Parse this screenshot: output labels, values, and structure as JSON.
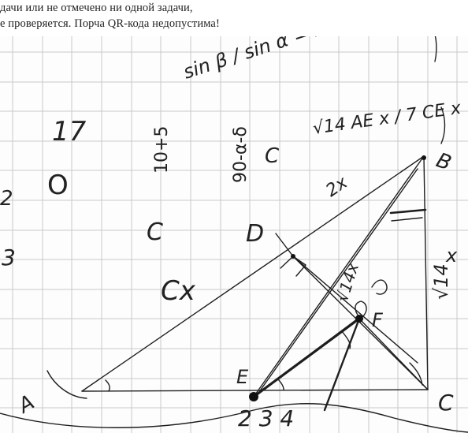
{
  "header": {
    "line1": "дачи или не отмечено ни одной задачи,",
    "line2": "е проверяется. Порча QR-кода недопустима!"
  },
  "handwriting": {
    "num17": "17",
    "letter_o": "O",
    "letter_c": "C",
    "letter_d": "D",
    "vert_10_plus_5": "10+5",
    "vert_90_minus": "90-α-δ",
    "n3": "3",
    "n2": "2",
    "big_c_x": "Cx",
    "label_a": "A",
    "label_b": "B",
    "label_c": "C",
    "label_e": "E",
    "label_f": "F",
    "label_x": "x",
    "label_2x": "2x",
    "sqrt14": "√14",
    "sqrt14x": "√14x",
    "formula_sin": "sin β / sin α = AE·BC / CE·AB =",
    "formula_ratio": "√14 AE x / 7 CE x",
    "bottom_nums": "2 3 4"
  }
}
